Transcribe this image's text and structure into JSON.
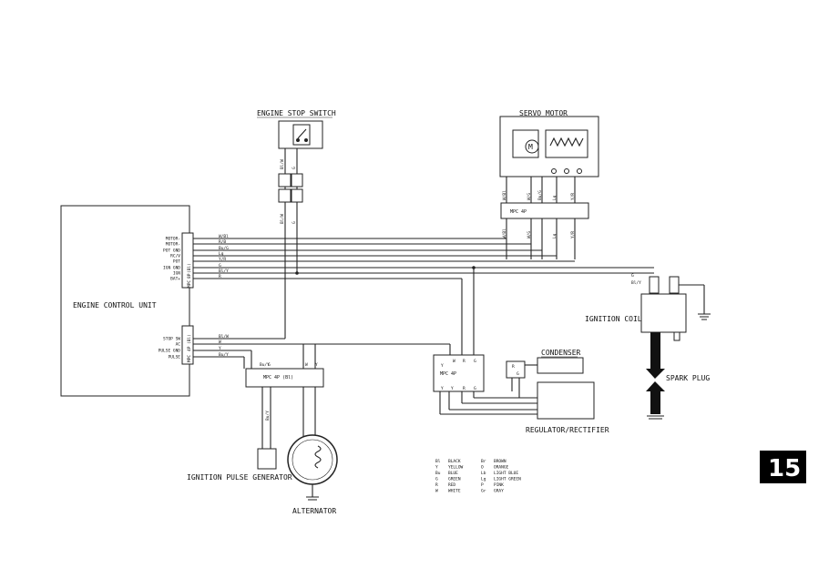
{
  "components": {
    "engine_stop_switch": "ENGINE STOP SWITCH",
    "servo_motor": "SERVO MOTOR",
    "ecu": "ENGINE CONTROL UNIT",
    "ignition_coil": "IGNITION COIL",
    "spark_plug": "SPARK PLUG",
    "condenser": "CONDENSER",
    "regulator": "REGULATOR/RECTIFIER",
    "pulse_generator": "IGNITION PULSE GENERATOR",
    "alternator": "ALTERNATOR",
    "servo_m": "M"
  },
  "ecu_pins_top": [
    "MOTOR-",
    "MOTOR-",
    "POT GND",
    "RC/V",
    "POT",
    "IGN GND",
    "IGN",
    "BAT+"
  ],
  "ecu_pins_bottom": [
    "STOP SW",
    "AC",
    "PULSE GND",
    "PULSE"
  ],
  "ecu_connector_top": [
    "(Bl)",
    "8P",
    "MPC"
  ],
  "ecu_connector_bottom": [
    "(Bl)",
    "4P",
    "MPC"
  ],
  "wire_labels_top": [
    "W/Bl",
    "R/B",
    "Bu/G",
    "Lg",
    "Y/R",
    "G",
    "Bl/Y",
    "R"
  ],
  "wire_labels_bottom": [
    "Bl/W",
    "W",
    "Y",
    "Bu/Y"
  ],
  "servo_wire_labels": [
    "W/Bl",
    "W/G",
    "Bu/G",
    "Lg",
    "Y/R"
  ],
  "servo_connector": "MPC 4P",
  "stator_connector": "MPC 4P (Bl)",
  "reg_connector": "MPC 4P",
  "switch_wire_labels": [
    "Bl/W",
    "G",
    "Bl/W",
    "G"
  ],
  "coil_wire_labels": [
    "G",
    "Bl/Y"
  ],
  "pulse_wire_labels": [
    "Bu/Y",
    "G",
    "W",
    "Y",
    "Bu/Y"
  ],
  "reg_wire_labels": [
    "Y",
    "W",
    "R",
    "G",
    "Y",
    "Y",
    "R",
    "G"
  ],
  "condenser_labels": [
    "R",
    "G"
  ],
  "color_code": [
    [
      "Bl",
      "BLACK"
    ],
    [
      "Y",
      "YELLOW"
    ],
    [
      "Bu",
      "BLUE"
    ],
    [
      "G",
      "GREEN"
    ],
    [
      "R",
      "RED"
    ],
    [
      "W",
      "WHITE"
    ],
    [
      "Br",
      "BROWN"
    ],
    [
      "O",
      "ORANGE"
    ],
    [
      "Lb",
      "LIGHT BLUE"
    ],
    [
      "Lg",
      "LIGHT GREEN"
    ],
    [
      "P",
      "PINK"
    ],
    [
      "Gr",
      "GRAY"
    ]
  ],
  "page_number": "15"
}
